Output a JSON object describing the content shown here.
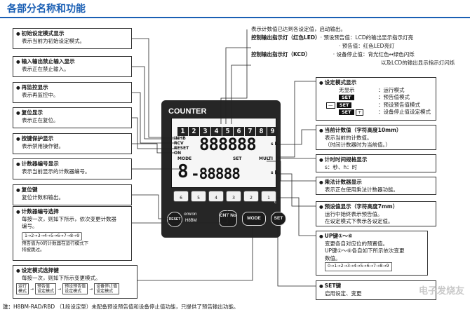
{
  "title": "各部分名称和功能",
  "device": {
    "name": "COUNTER",
    "cells": [
      "1",
      "2",
      "3",
      "4",
      "5",
      "6",
      "7",
      "8",
      "9"
    ],
    "inh": "INHB",
    "rcv": "RCV",
    "reset_label": "RESET",
    "on": "ON",
    "digits_top": "888888",
    "digits_bottom": "-88888",
    "bank_digit": "8",
    "sh_top": "s h",
    "sh_bottom": "s h",
    "mode": "MODE",
    "set_indicator": "SET",
    "multi": "MULTI",
    "up_keys": [
      "6",
      "5",
      "4",
      "3",
      "2",
      "1"
    ],
    "up_key_c": "c",
    "brand": "omron",
    "model": "H8BM",
    "reset_key": "RESET",
    "cnt_key": "CNT No",
    "mode_key": "MODE",
    "set_key": "SET"
  },
  "left": {
    "b1": {
      "h": "初始设定模式显示",
      "d": "表示当前为初始设定模式。"
    },
    "b2": {
      "h": "输入输出禁止输入显示",
      "d": "表示正在禁止输入。"
    },
    "b3": {
      "h": "再监控显示",
      "d": "表示再监控中。"
    },
    "b4": {
      "h": "复位显示",
      "d": "表示正在复位。"
    },
    "b5": {
      "h": "按键保护显示",
      "d": "表示禁用操作键。"
    },
    "b6": {
      "h": "计数器编号显示",
      "d": "表示当前显示的计数器编号。"
    },
    "b7": {
      "h": "复位键",
      "d": "复位计数和输出。"
    },
    "b8": {
      "h": "计数器编号选择",
      "d1": "每按一次，则如下所示，依次变更计数器",
      "d2": "编号。",
      "seq": "1→2→3→4→5→6→7→8→9",
      "n1": "预告值为0的计数器在运行模式下",
      "n2": "将被跳过。"
    },
    "b9": {
      "h": "设定模式选择键",
      "d": "每按一次，则如下所示变更模式。",
      "s1": "运行",
      "s1b": "模式",
      "s2": "预告值",
      "s2b": "设定模式",
      "s3": "预设预告值",
      "s3b": "设定模式",
      "s4": "设备停止值",
      "s4b": "设定模式"
    }
  },
  "topright": {
    "l1": "表示计数值已达到各设定值，启动输出。",
    "ctl1": "控制输出指示灯（红色LED）",
    "ctl1a": "· 预设预告值：LCD的输出显示指示灯亮",
    "ctl1b": "· 预告值：红色LED亮灯",
    "ctl2": "控制输出指示灯（KCD）",
    "ctl2a": "· 设备停止值：背光红色↔绿色闪烁",
    "ctl2b": "以及LCD的输出显示指示灯闪烁"
  },
  "right": {
    "r1": {
      "h": "设定模式显示",
      "none": "无显示",
      "run": "：运行模式",
      "set": "SET",
      "pre": "：预告值模式",
      "pset": "：预设预告值模式",
      "stop": "：设备停止值设定模式",
      "minus": "—",
      "plus": "+"
    },
    "r2": {
      "h": "当前计数值（字符高度10mm）",
      "d1": "表示当前的计数值。",
      "d2": "（时间计数器时为当前值。）"
    },
    "r3": {
      "h": "计时时间规格显示",
      "d": "s：秒、h：时"
    },
    "r4": {
      "h": "乘法计数器显示",
      "d": "表示正在使用乘法计数器功能。"
    },
    "r5": {
      "h": "预设值显示（字符高度7mm）",
      "d1": "运行中始终表示预告值。",
      "d2": "在设定模式下表示各设定值。"
    },
    "r6": {
      "h": "UP键①～⑥",
      "d1": "变更各自对应位的预置值。",
      "d2": "UP键①～⑥各自如下所示依次变更",
      "d3": "数值。",
      "seq": "0→1→2→3→4→5→6→7→8→9"
    },
    "r7": {
      "h": "SET键",
      "d": "启用设定、变更"
    }
  },
  "note": {
    "label": "注：",
    "text": "H8BM-RAD/RBD （1段设定型）未配备预设预告值和设备停止值功能，只提供了预告输出功能。"
  },
  "watermark": "电子发烧友"
}
